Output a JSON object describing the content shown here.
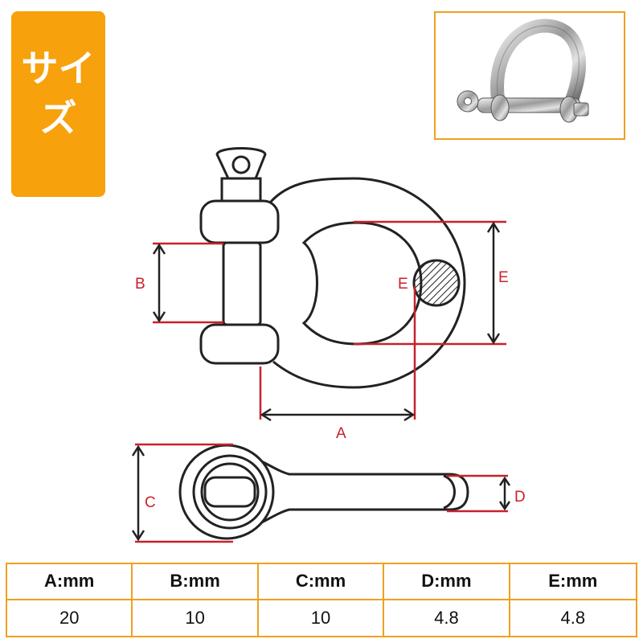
{
  "badge": {
    "text_line1": "サイ",
    "text_line2": "ズ",
    "color": "#f7a10d"
  },
  "dimension_labels": {
    "a": "A",
    "b": "B",
    "c": "C",
    "d": "D",
    "e_inner": "E",
    "e_outer": "E"
  },
  "colors": {
    "accent": "#f0a020",
    "dimension": "#c8212b",
    "outline": "#222222"
  },
  "spec_table": {
    "headers": [
      "A:mm",
      "B:mm",
      "C:mm",
      "D:mm",
      "E:mm"
    ],
    "values": [
      "20",
      "10",
      "10",
      "4.8",
      "4.8"
    ]
  }
}
